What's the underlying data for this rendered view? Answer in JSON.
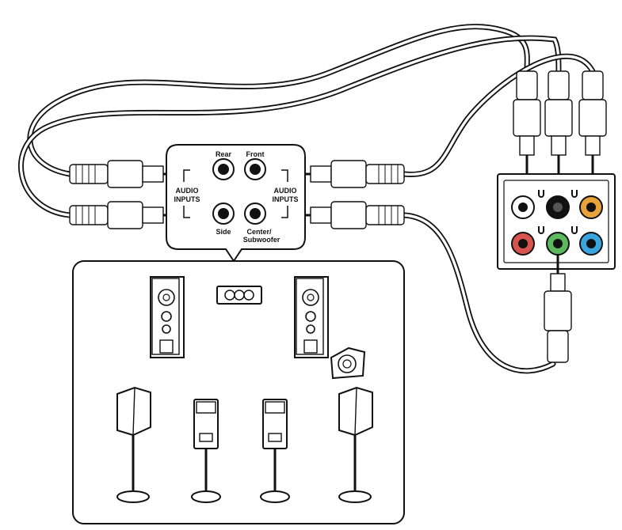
{
  "speaker_box_labels": {
    "rear": "Rear",
    "front": "Front",
    "side": "Side",
    "center_line1": "Center/",
    "center_line2": "Subwoofer",
    "audio_inputs_left_line1": "AUDIO",
    "audio_inputs_left_line2": "INPUTS",
    "audio_inputs_right_line1": "AUDIO",
    "audio_inputs_right_line2": "INPUTS"
  },
  "jack_colors": {
    "black": "#111111",
    "orange": "#e8a33a",
    "red": "#d9534f",
    "green": "#5cb85c",
    "blue": "#3aa6e0",
    "white": "#ffffff"
  }
}
